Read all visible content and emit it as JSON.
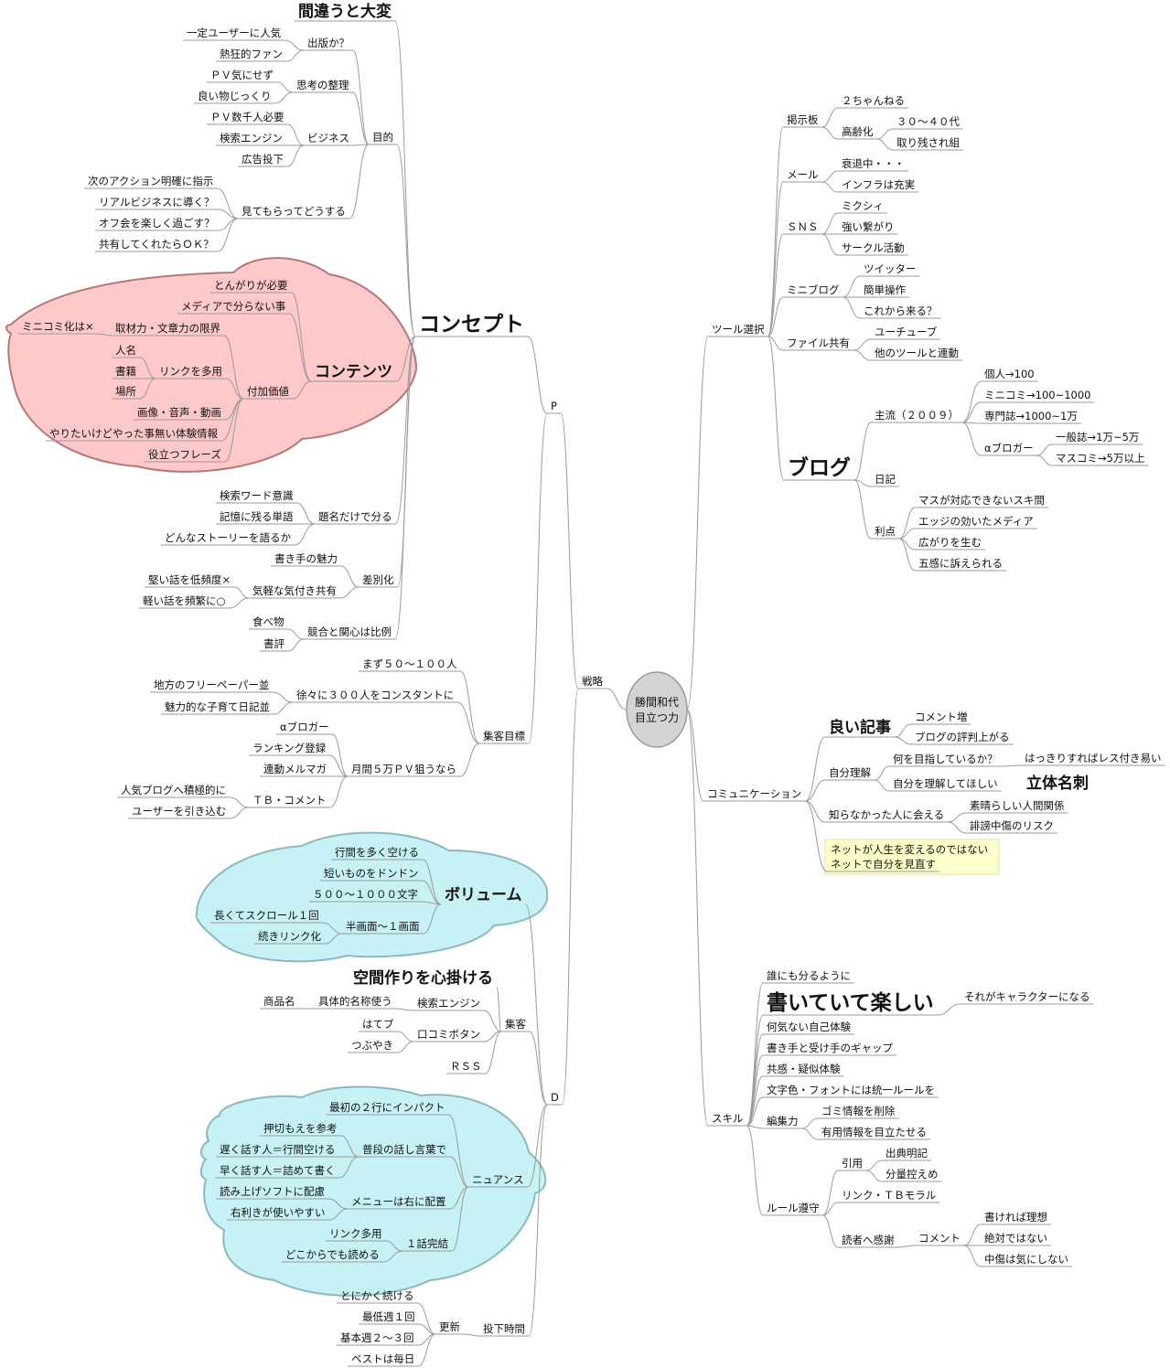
{
  "center": {
    "lines": [
      "勝間和代",
      "目立つ力"
    ]
  },
  "nodes": [
    {
      "id": "senryaku",
      "text": "戦略"
    },
    {
      "id": "P",
      "text": "P"
    },
    {
      "id": "D",
      "text": "D"
    },
    {
      "id": "concept",
      "text": "コンセプト"
    },
    {
      "id": "machigau",
      "text": "間違うと大変"
    },
    {
      "id": "mokuteki",
      "text": "目的"
    },
    {
      "id": "shuppan",
      "text": "出版か？"
    },
    {
      "id": "user_ninki",
      "text": "一定ユーザーに人気"
    },
    {
      "id": "fan",
      "text": "熱狂的ファン"
    },
    {
      "id": "shikou",
      "text": "思考の整理"
    },
    {
      "id": "pv_ki",
      "text": "ＰＶ気にせず"
    },
    {
      "id": "yoimono",
      "text": "良い物じっくり"
    },
    {
      "id": "business",
      "text": "ビジネス"
    },
    {
      "id": "pv_suusen",
      "text": "ＰＶ数千人必要"
    },
    {
      "id": "kensaku_engine",
      "text": "検索エンジン"
    },
    {
      "id": "koukoku",
      "text": "広告投下"
    },
    {
      "id": "mitemoratte",
      "text": "見てもらってどうする"
    },
    {
      "id": "next_action",
      "text": "次のアクション明確に指示"
    },
    {
      "id": "real_biz",
      "text": "リアルビジネスに導く？"
    },
    {
      "id": "offkai",
      "text": "オフ会を楽しく過ごす？"
    },
    {
      "id": "kyouyuu",
      "text": "共有してくれたらＯＫ？"
    },
    {
      "id": "contents",
      "text": "コンテンツ"
    },
    {
      "id": "tongari",
      "text": "とんがりが必要"
    },
    {
      "id": "media",
      "text": "メディアで分らない事"
    },
    {
      "id": "fukakachi",
      "text": "付加価値"
    },
    {
      "id": "minikomi_batsu",
      "text": "ミニコミ化は×"
    },
    {
      "id": "shuzai",
      "text": "取材力・文章力の限界"
    },
    {
      "id": "link_tayou",
      "text": "リンクを多用"
    },
    {
      "id": "jinmei",
      "text": "人名"
    },
    {
      "id": "shoseki",
      "text": "書籍"
    },
    {
      "id": "basho",
      "text": "場所"
    },
    {
      "id": "gazou",
      "text": "画像・音声・動画"
    },
    {
      "id": "yaritai",
      "text": "やりたいけどやった事無い体験情報"
    },
    {
      "id": "yakudatsu",
      "text": "役立つフレーズ"
    },
    {
      "id": "daimei",
      "text": "題名だけで分る"
    },
    {
      "id": "kensaku_word",
      "text": "検索ワード意識"
    },
    {
      "id": "kioku",
      "text": "記憶に残る単語"
    },
    {
      "id": "story",
      "text": "どんなストーリーを語るか"
    },
    {
      "id": "sabetsuka",
      "text": "差別化"
    },
    {
      "id": "kakite_miryoku",
      "text": "書き手の魅力"
    },
    {
      "id": "kigaru",
      "text": "気軽な気付き共有"
    },
    {
      "id": "katai",
      "text": "堅い話を低頻度×"
    },
    {
      "id": "karui",
      "text": "軽い話を頻繁に○"
    },
    {
      "id": "kyougou",
      "text": "競合と関心は比例"
    },
    {
      "id": "tabemono",
      "text": "食べ物"
    },
    {
      "id": "shohyou",
      "text": "書評"
    },
    {
      "id": "shuukyaku_mokuhyou",
      "text": "集客目標"
    },
    {
      "id": "mazu",
      "text": "まず５０～１００人"
    },
    {
      "id": "jojoni",
      "text": "徐々に３００人をコンスタントに"
    },
    {
      "id": "free_paper",
      "text": "地方のフリーペーパー並"
    },
    {
      "id": "kosodate",
      "text": "魅力的な子育て日記並"
    },
    {
      "id": "getsukan",
      "text": "月間５万ＰＶ狙うなら"
    },
    {
      "id": "alpha1",
      "text": "αブロガー"
    },
    {
      "id": "ranking",
      "text": "ランキング登録"
    },
    {
      "id": "rendou_mag",
      "text": "連動メルマガ"
    },
    {
      "id": "tb_comment",
      "text": "ＴＢ・コメント"
    },
    {
      "id": "ninki_blog",
      "text": "人気ブログへ積極的に"
    },
    {
      "id": "user_hikikomu",
      "text": "ユーザーを引き込む"
    },
    {
      "id": "volume",
      "text": "ボリューム"
    },
    {
      "id": "gyoukan",
      "text": "行間を多く空ける"
    },
    {
      "id": "mijikai",
      "text": "短いものをドンドン"
    },
    {
      "id": "moji",
      "text": "５００～１０００文字"
    },
    {
      "id": "hangamen",
      "text": "半画面～１画面"
    },
    {
      "id": "nagakute",
      "text": "長くてスクロール１回"
    },
    {
      "id": "tsuzuki",
      "text": "続きリンク化"
    },
    {
      "id": "kuukan",
      "text": "空間作りを心掛ける"
    },
    {
      "id": "shuukyaku",
      "text": "集客"
    },
    {
      "id": "kensaku_engine2",
      "text": "検索エンジン"
    },
    {
      "id": "gutai",
      "text": "具体的名称使う"
    },
    {
      "id": "shouhinmei",
      "text": "商品名"
    },
    {
      "id": "kuchikomi",
      "text": "口コミボタン"
    },
    {
      "id": "hatebu",
      "text": "はてブ"
    },
    {
      "id": "tsubuyaki",
      "text": "つぶやき"
    },
    {
      "id": "rss",
      "text": "ＲＳＳ"
    },
    {
      "id": "nuance",
      "text": "ニュアンス"
    },
    {
      "id": "saisho",
      "text": "最初の２行にインパクト"
    },
    {
      "id": "fudan",
      "text": "普段の話し言葉で"
    },
    {
      "id": "oshikiri",
      "text": "押切もえを参考"
    },
    {
      "id": "osoku",
      "text": "遅く話す人＝行間空ける"
    },
    {
      "id": "hayaku",
      "text": "早く話す人＝詰めて書く"
    },
    {
      "id": "menu",
      "text": "メニューは右に配置"
    },
    {
      "id": "yomiage",
      "text": "読み上げソフトに配慮"
    },
    {
      "id": "migikiki",
      "text": "右利きが使いやすい"
    },
    {
      "id": "ichiwa",
      "text": "１話完結"
    },
    {
      "id": "link_tayou2",
      "text": "リンク多用"
    },
    {
      "id": "dokokara",
      "text": "どこからでも読める"
    },
    {
      "id": "touka",
      "text": "投下時間"
    },
    {
      "id": "koushin",
      "text": "更新"
    },
    {
      "id": "tonikaku",
      "text": "とにかく続ける"
    },
    {
      "id": "saitei",
      "text": "最低週１回"
    },
    {
      "id": "kihon",
      "text": "基本週２～３回"
    },
    {
      "id": "best",
      "text": "ベストは毎日"
    },
    {
      "id": "tool",
      "text": "ツール選択"
    },
    {
      "id": "keijiban",
      "text": "掲示板"
    },
    {
      "id": "nichan",
      "text": "２ちゃんねる"
    },
    {
      "id": "koureika",
      "text": "高齢化"
    },
    {
      "id": "sanju",
      "text": "３０～４０代"
    },
    {
      "id": "torinokosare",
      "text": "取り残され組"
    },
    {
      "id": "mail",
      "text": "メール"
    },
    {
      "id": "suitai",
      "text": "衰退中・・・"
    },
    {
      "id": "infra",
      "text": "インフラは充実"
    },
    {
      "id": "sns",
      "text": "ＳＮＳ"
    },
    {
      "id": "mixi",
      "text": "ミクシィ"
    },
    {
      "id": "tsuyoi",
      "text": "強い繋がり"
    },
    {
      "id": "circle",
      "text": "サークル活動"
    },
    {
      "id": "miniblog",
      "text": "ミニブログ"
    },
    {
      "id": "twitter",
      "text": "ツイッター"
    },
    {
      "id": "kantan",
      "text": "簡単操作"
    },
    {
      "id": "korekara",
      "text": "これから来る？"
    },
    {
      "id": "file_kyouyuu",
      "text": "ファイル共有"
    },
    {
      "id": "youtube",
      "text": "ユーチューブ"
    },
    {
      "id": "hoka_tool",
      "text": "他のツールと連動"
    },
    {
      "id": "blog",
      "text": "ブログ"
    },
    {
      "id": "shuryuu",
      "text": "主流（２００９）"
    },
    {
      "id": "kojin",
      "text": "個人→100"
    },
    {
      "id": "minikomi",
      "text": "ミニコミ→100~1000"
    },
    {
      "id": "senmon",
      "text": "専門誌→1000~1万"
    },
    {
      "id": "alpha2",
      "text": "αブロガー"
    },
    {
      "id": "ippanshi",
      "text": "一般誌→1万~5万"
    },
    {
      "id": "masukomi",
      "text": "マスコミ→5万以上"
    },
    {
      "id": "nikki",
      "text": "日記"
    },
    {
      "id": "riten",
      "text": "利点"
    },
    {
      "id": "masu_taiou",
      "text": "マスが対応できないスキ間"
    },
    {
      "id": "edge",
      "text": "エッジの効いたメディア"
    },
    {
      "id": "hirogari",
      "text": "広がりを生む"
    },
    {
      "id": "gokan",
      "text": "五感に訴えられる"
    },
    {
      "id": "communication",
      "text": "コミュニケーション"
    },
    {
      "id": "yoi_kiji",
      "text": "良い記事"
    },
    {
      "id": "comment_zou",
      "text": "コメント増"
    },
    {
      "id": "hyouban",
      "text": "ブログの評判上がる"
    },
    {
      "id": "jiko_rikai",
      "text": "自分理解"
    },
    {
      "id": "nani_mezashi",
      "text": "何を目指しているか？"
    },
    {
      "id": "hakkiri",
      "text": "はっきりすればレス付き易い"
    },
    {
      "id": "jibun_rikai",
      "text": "自分を理解してほしい"
    },
    {
      "id": "rittai",
      "text": "立体名刺"
    },
    {
      "id": "shiranakatta",
      "text": "知らなかった人に会える"
    },
    {
      "id": "subarashii",
      "text": "素晴らしい人間関係"
    },
    {
      "id": "hibou",
      "text": "誹謗中傷のリスク"
    },
    {
      "id": "net_jinsei1",
      "text": "ネットが人生を変えるのではない"
    },
    {
      "id": "net_jinsei2",
      "text": "ネットで自分を見直す"
    },
    {
      "id": "skill",
      "text": "スキル"
    },
    {
      "id": "dare_demo",
      "text": "誰にも分るように"
    },
    {
      "id": "tanoshii",
      "text": "書いていて楽しい"
    },
    {
      "id": "character",
      "text": "それがキャラクターになる"
    },
    {
      "id": "nanigenai",
      "text": "何気ない自己体験"
    },
    {
      "id": "gap",
      "text": "書き手と受け手のギャップ"
    },
    {
      "id": "kyoukan",
      "text": "共感・疑似体験"
    },
    {
      "id": "mojiiro",
      "text": "文字色・フォントには統一ルールを"
    },
    {
      "id": "henshuu",
      "text": "編集力"
    },
    {
      "id": "gomi",
      "text": "ゴミ情報を削除"
    },
    {
      "id": "yuuyou",
      "text": "有用情報を目立たせる"
    },
    {
      "id": "rule",
      "text": "ルール遵守"
    },
    {
      "id": "inyou",
      "text": "引用"
    },
    {
      "id": "shutten",
      "text": "出典明記"
    },
    {
      "id": "bunryou",
      "text": "分量控えめ"
    },
    {
      "id": "link_tb",
      "text": "リンク・ＴＢモラル"
    },
    {
      "id": "dokusha",
      "text": "読者へ感謝"
    },
    {
      "id": "comment",
      "text": "コメント"
    },
    {
      "id": "kakereba",
      "text": "書ければ理想"
    },
    {
      "id": "zettai",
      "text": "絶対ではない"
    },
    {
      "id": "chuushou",
      "text": "中傷は気にしない"
    }
  ]
}
